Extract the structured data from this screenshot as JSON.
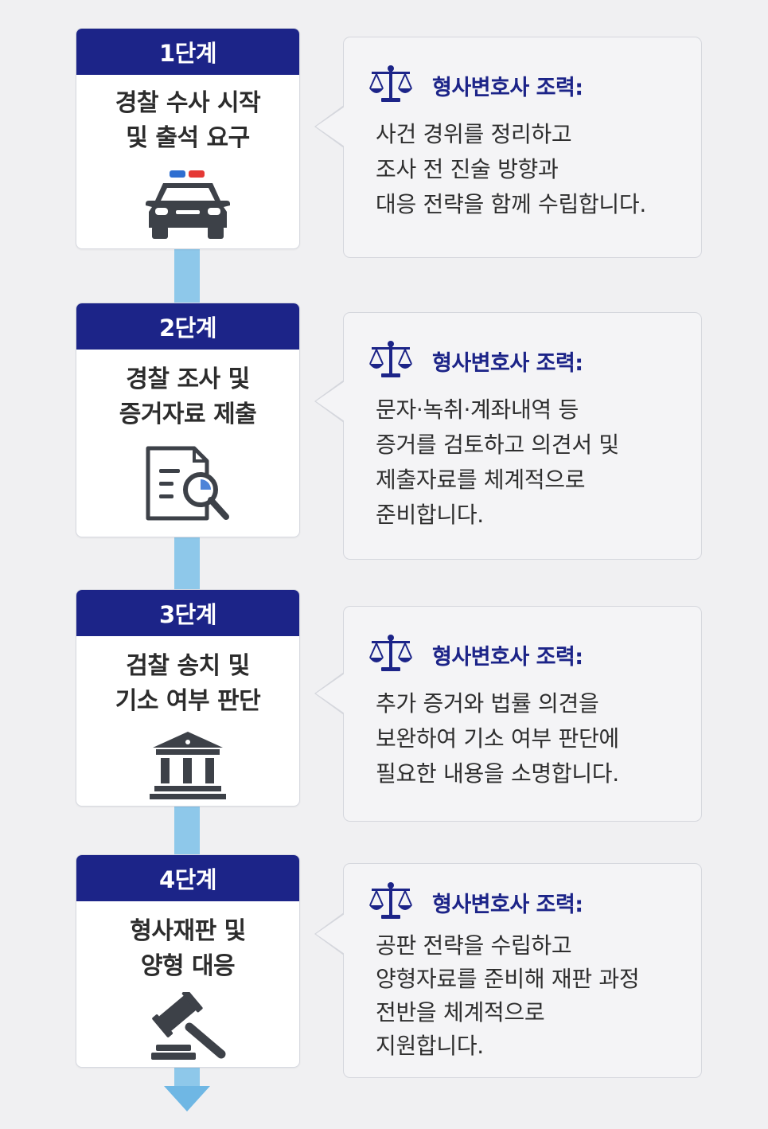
{
  "steps": [
    {
      "label": "1단계",
      "title_lines": [
        "경찰 수사 시작",
        "및 출석 요구"
      ],
      "icon": "police-car-icon",
      "support_heading": "형사변호사 조력:",
      "support_lines": [
        "사건 경위를 정리하고",
        "조사 전 진술 방향과",
        "대응 전략을 함께 수립합니다."
      ]
    },
    {
      "label": "2단계",
      "title_lines": [
        "경찰 조사 및",
        "증거자료 제출"
      ],
      "icon": "document-search-icon",
      "support_heading": "형사변호사 조력:",
      "support_lines": [
        "문자·녹취·계좌내역 등",
        "증거를 검토하고 의견서 및",
        "제출자료를 체계적으로",
        "준비합니다."
      ]
    },
    {
      "label": "3단계",
      "title_lines": [
        "검찰 송치 및",
        "기소 여부 판단"
      ],
      "icon": "courthouse-icon",
      "support_heading": "형사변호사 조력:",
      "support_lines": [
        "추가 증거와 법률 의견을",
        "보완하여 기소 여부 판단에",
        "필요한 내용을 소명합니다."
      ]
    },
    {
      "label": "4단계",
      "title_lines": [
        "형사재판 및",
        "양형 대응"
      ],
      "icon": "gavel-icon",
      "support_heading": "형사변호사 조력:",
      "support_lines": [
        "공판 전략을 수립하고",
        "양형자료를 준비해 재판 과정",
        "전반을 체계적으로",
        "지원합니다."
      ]
    }
  ],
  "colors": {
    "header_navy": "#1c2488",
    "connector_blue": "#8ec8ea",
    "bubble_bg": "#f4f4f6",
    "icon_dark": "#3d4148",
    "siren_red": "#e53935",
    "siren_blue": "#2f6fd1"
  }
}
